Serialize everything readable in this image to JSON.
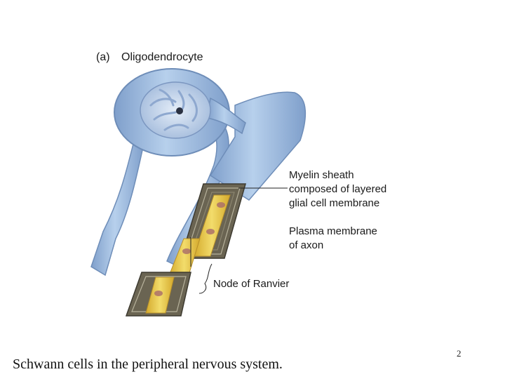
{
  "figure": {
    "panel_label": "(a)",
    "panel_title": "Oligodendrocyte",
    "labels": {
      "myelin_line1": "Myelin sheath",
      "myelin_line2": "composed of layered",
      "myelin_line3": "glial cell membrane",
      "plasma_line1": "Plasma membrane",
      "plasma_line2": "of axon",
      "node": "Node of Ranvier"
    },
    "colors": {
      "cell_body": "#9fc0e3",
      "cell_outline": "#6e8db8",
      "nucleus": "#c9d9ee",
      "axon": "#e8c94a",
      "myelin_layers": "#5f5a4a"
    }
  },
  "caption": "Schwann cells in the peripheral nervous system.",
  "page_number": "2"
}
